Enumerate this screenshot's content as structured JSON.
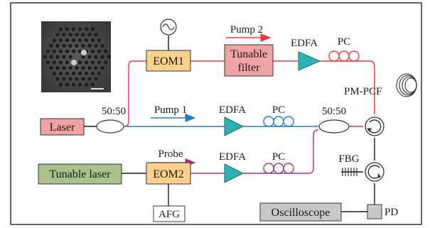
{
  "labels": {
    "laser": "Laser",
    "tunable_laser": "Tunable laser",
    "eom1": "EOM1",
    "eom2": "EOM2",
    "afg": "AFG",
    "tunable_filter_line1": "Tunable",
    "tunable_filter_line2": "filter",
    "oscilloscope": "Oscilloscope",
    "pd": "PD",
    "coupler1": "50:50",
    "coupler2": "50:50",
    "pump1": "Pump 1",
    "pump2": "Pump 2",
    "probe": "Probe",
    "edfa_top": "EDFA",
    "edfa_mid": "EDFA",
    "edfa_bot": "EDFA",
    "pc_top": "PC",
    "pc_mid": "PC",
    "pc_bot": "PC",
    "pm_pcf": "PM-PCF",
    "fbg": "FBG"
  },
  "colors": {
    "laser_box": "#f0a3a3",
    "tunable_laser_box": "#a9c18b",
    "eom_box": "#fbd08a",
    "oscilloscope_box": "#c8c8c8",
    "edfa_triangle": "#2fb2b2",
    "red_fiber": "#e23a3a",
    "blue_fiber": "#1f7fc6",
    "purple_fiber": "#a02e91",
    "pump2_arrow": "#e23a3a",
    "pump1_arrow": "#1f7fc6",
    "probe_arrow": "#a02e91",
    "black_line": "#1a1a1a"
  },
  "icons": {
    "fiber_inset": "fiber-cross-section-image",
    "signal_source": "sine-wave-icon",
    "circulator": "circulator-icon",
    "fbg": "fiber-bragg-grating-icon",
    "pm_pcf_coil": "fiber-coil-icon"
  }
}
